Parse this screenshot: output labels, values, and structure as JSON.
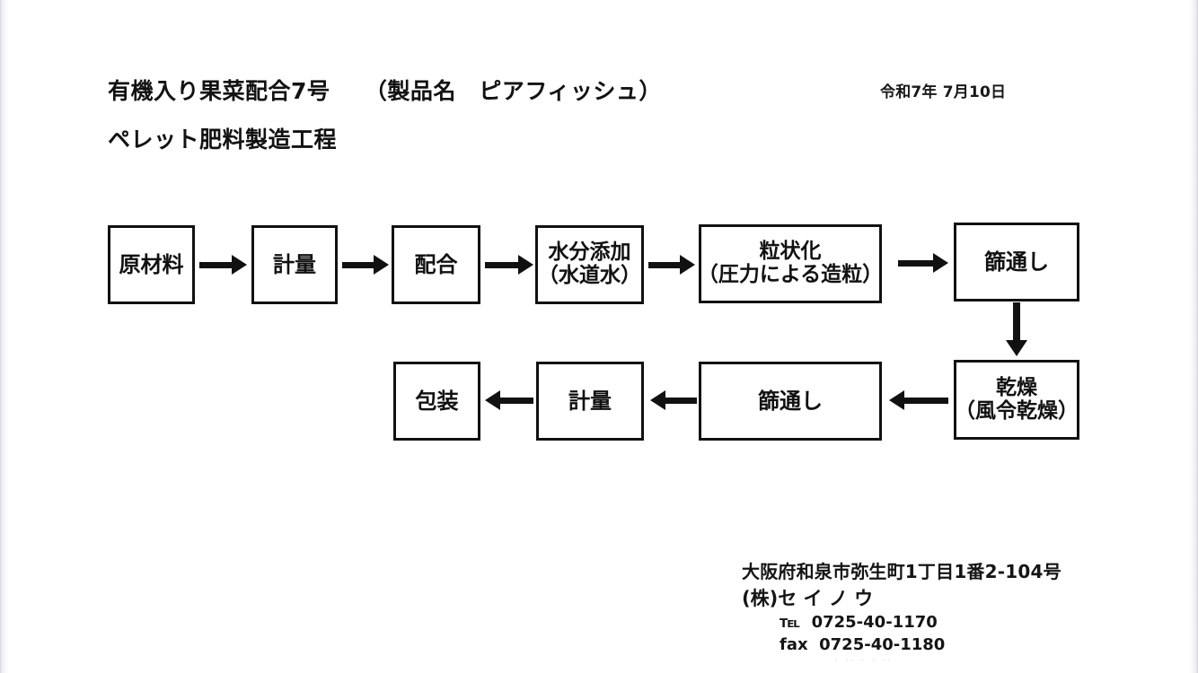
{
  "document": {
    "title_line_1": "有機入り果菜配合7号　　（製品名　ピアフィッシュ）",
    "title_line_2": "ペレット肥料製造工程",
    "date": "令和7年 7月10日"
  },
  "flow": {
    "boxes": [
      {
        "id": "raw-material",
        "lines": [
          "原材料"
        ]
      },
      {
        "id": "weighing-1",
        "lines": [
          "計量"
        ]
      },
      {
        "id": "blending",
        "lines": [
          "配合"
        ]
      },
      {
        "id": "water-adding",
        "lines": [
          "水分添加",
          "（水道水）"
        ]
      },
      {
        "id": "granulation",
        "lines": [
          "粒状化",
          "（圧力による造粒）"
        ]
      },
      {
        "id": "sieving-1",
        "lines": [
          "篩通し"
        ]
      },
      {
        "id": "drying",
        "lines": [
          "乾燥",
          "（風令乾燥）"
        ]
      },
      {
        "id": "sieving-2",
        "lines": [
          "篩通し"
        ]
      },
      {
        "id": "weighing-2",
        "lines": [
          "計量"
        ]
      },
      {
        "id": "packaging",
        "lines": [
          "包装"
        ]
      }
    ]
  },
  "company": {
    "address": "大阪府和泉市弥生町1丁目1番2-104号",
    "name": "(株)セ イ ノ ウ",
    "tel": "℡  0725-40-1170",
    "fax": "fax  0725-40-1180"
  },
  "colors": {
    "ink": "#111111",
    "paper": "#ffffff",
    "page_edge": "#e8e8ee"
  }
}
